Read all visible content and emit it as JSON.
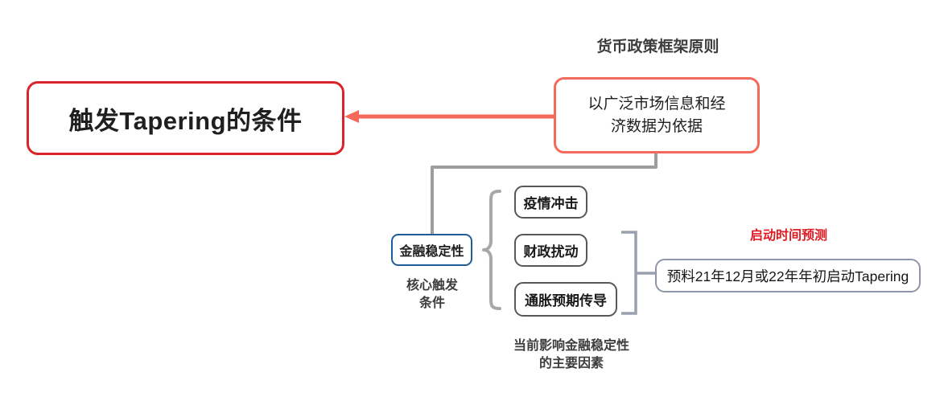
{
  "diagram": {
    "type": "mind-map",
    "title": "触发Tapering的条件",
    "background": "#ffffff",
    "colors": {
      "root_border": "#d9252a",
      "principle_border": "#f4695a",
      "connector_red": "#f4695a",
      "connector_gray": "#9e9e9e",
      "stability_border": "#1f5c99",
      "factor_border": "#575757",
      "forecast_border": "#8e96a8",
      "forecast_title": "#e01a22",
      "label_text": "#3d3d3d"
    },
    "nodes": {
      "root": {
        "text": "触发Tapering的条件"
      },
      "principle": {
        "caption": "货币政策框架原则",
        "line1": "以广泛市场信息和经",
        "line2": "济数据为依据",
        "text": "以广泛市场信息和经济数据为依据"
      },
      "stability": {
        "text": "金融稳定性",
        "caption_line1": "核心触发",
        "caption_line2": "条件"
      },
      "factors": {
        "caption_line1": "当前影响金融稳定性",
        "caption_line2": "的主要因素",
        "items": [
          {
            "text": "疫情冲击"
          },
          {
            "text": "财政扰动"
          },
          {
            "text": "通胀预期传导"
          }
        ]
      },
      "forecast": {
        "caption": "启动时间预测",
        "text": "预料21年12月或22年年初启动Tapering"
      }
    }
  }
}
